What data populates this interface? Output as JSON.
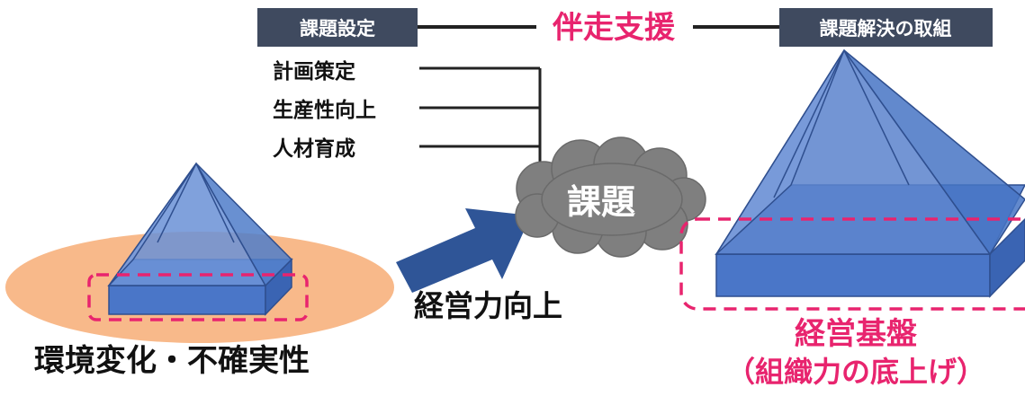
{
  "header": {
    "left_box": "課題設定",
    "center": "伴走支援",
    "right_box": "課題解決の取組"
  },
  "issues": [
    "計画策定",
    "生産性向上",
    "人材育成"
  ],
  "cloud_label": "課題",
  "arrow_label": "経営力向上",
  "left_caption": "環境変化・不確実性",
  "right_caption": {
    "line1": "経営基盤",
    "line2": "（組織力の底上げ）"
  },
  "colors": {
    "box_fill": "#3f4a5f",
    "accent": "#e8246e",
    "pyramid": "#4472c4",
    "cloud": "#7f7f7f",
    "arrow": "#2f5597",
    "ellipse": "#f8b98a"
  }
}
